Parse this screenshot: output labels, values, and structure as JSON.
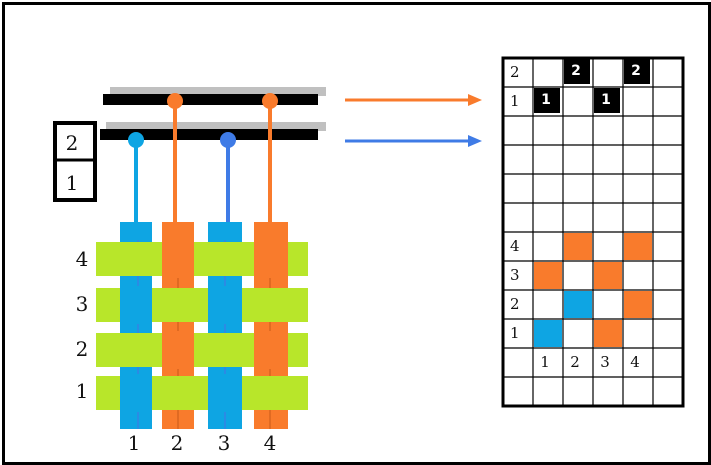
{
  "colors": {
    "orange": "#f97b2c",
    "blue": "#0ea5e3",
    "blue_thread": "#3f7be6",
    "green": "#b8e62a",
    "black": "#000000",
    "gray": "#c0c0c0",
    "white": "#ffffff"
  },
  "diagram": {
    "shaft_box_labels": [
      "2",
      "1"
    ],
    "weft_row_labels": [
      "4",
      "3",
      "2",
      "1"
    ],
    "warp_column_labels": [
      "1",
      "2",
      "3",
      "4"
    ],
    "warp_colors": [
      "blue",
      "orange",
      "blue",
      "orange"
    ],
    "threading": [
      {
        "warp": "1",
        "shaft": "1",
        "color": "blue"
      },
      {
        "warp": "2",
        "shaft": "2",
        "color": "orange"
      },
      {
        "warp": "3",
        "shaft": "1",
        "color": "blue_thread"
      },
      {
        "warp": "4",
        "shaft": "2",
        "color": "orange"
      }
    ],
    "arrows": [
      {
        "from_shaft": "2",
        "color": "orange"
      },
      {
        "from_shaft": "1",
        "color": "blue_thread"
      }
    ]
  },
  "draft": {
    "shaft_rows": [
      {
        "label": "2",
        "tick_columns": [
          2,
          4
        ],
        "tick_text": "2"
      },
      {
        "label": "1",
        "tick_columns": [
          1,
          3
        ],
        "tick_text": "1"
      }
    ],
    "weave_rows": [
      {
        "label": "4",
        "cells": [
          "",
          "orange",
          "",
          "orange"
        ]
      },
      {
        "label": "3",
        "cells": [
          "orange",
          "",
          "orange",
          ""
        ]
      },
      {
        "label": "2",
        "cells": [
          "",
          "blue",
          "",
          "orange"
        ]
      },
      {
        "label": "1",
        "cells": [
          "blue",
          "",
          "orange",
          ""
        ]
      }
    ],
    "column_labels": [
      "1",
      "2",
      "3",
      "4"
    ]
  }
}
